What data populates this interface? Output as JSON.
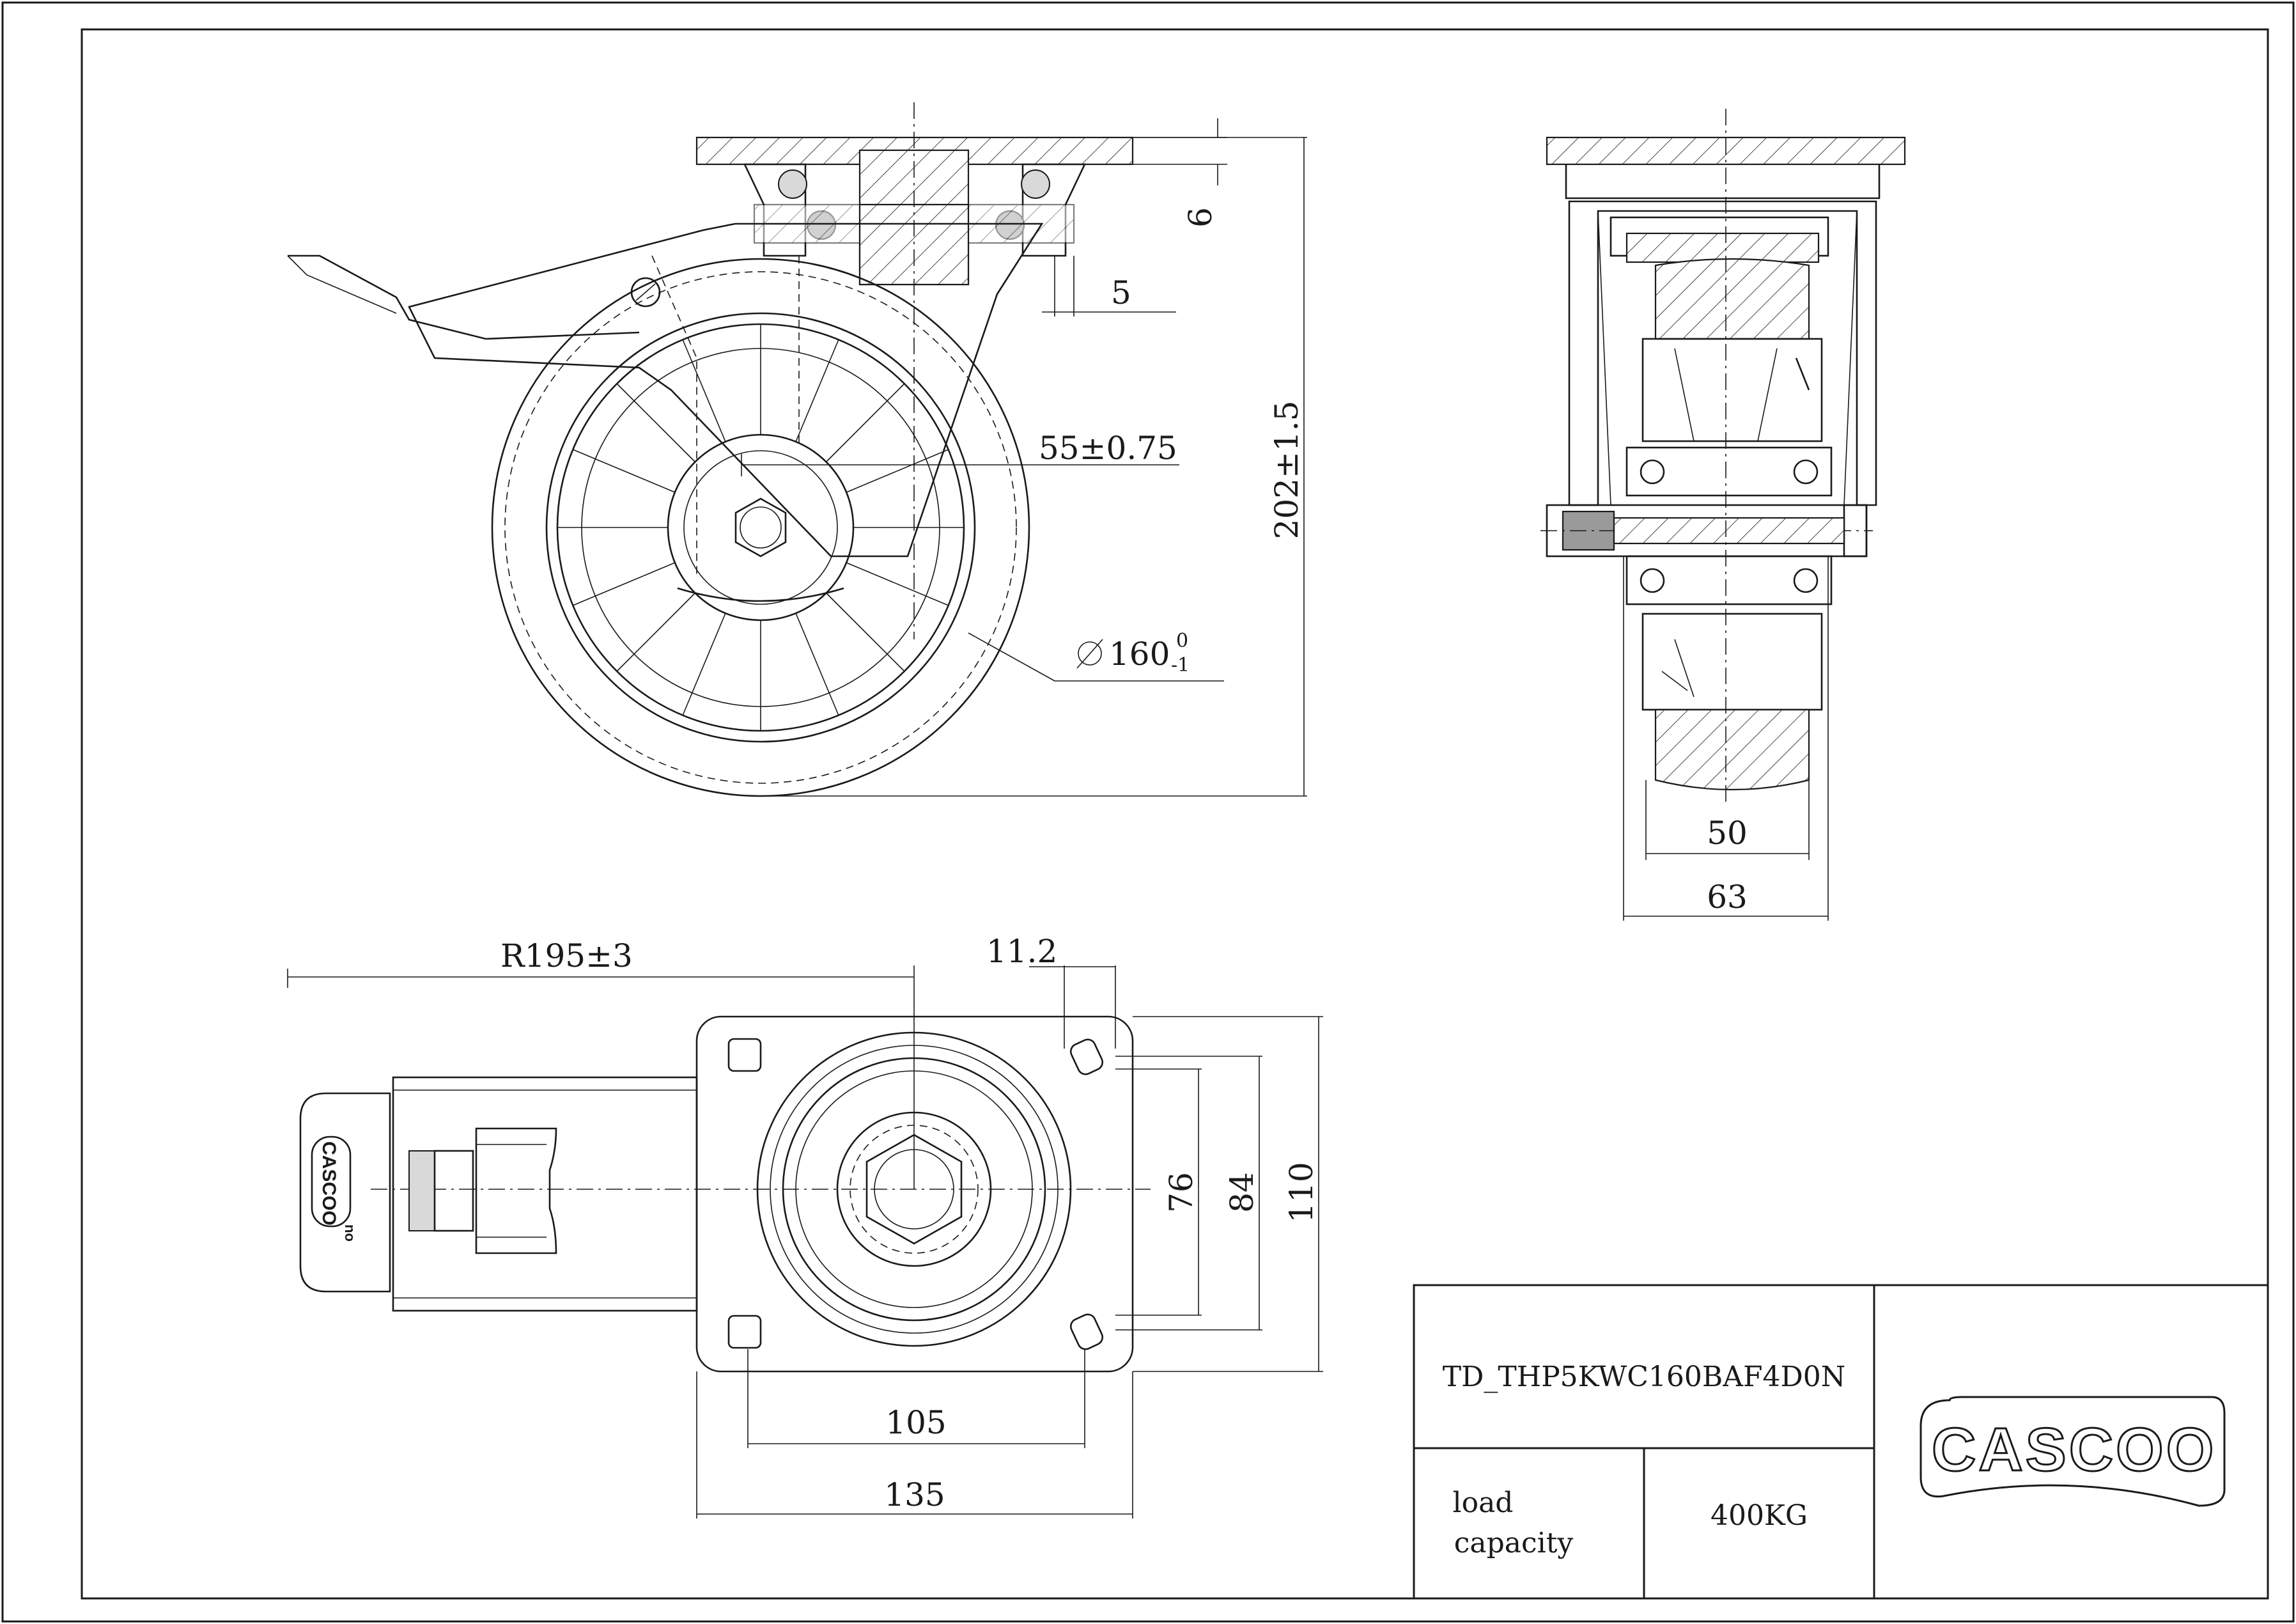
{
  "dimensions": {
    "plate_thickness": "6",
    "bearing_offset": "5",
    "swivel_offset": "55±0.75",
    "overall_height": "202±1.5",
    "wheel_diameter_main": "160",
    "wheel_diameter_upper": "0",
    "wheel_diameter_lower": "-1",
    "wheel_width": "50",
    "fork_width": "63",
    "swivel_radius": "R195±3",
    "bolt_hole": "11.2",
    "bolt_spacing_short": "76",
    "bolt_spacing_mid": "84",
    "plate_width": "110",
    "bolt_spacing_long": "105",
    "plate_length": "135"
  },
  "title_block": {
    "model": "TD_THP5KWC160BAF4D0N",
    "load_label_line1": "load",
    "load_label_line2": "capacity",
    "load_value": "400KG",
    "logo_text": "CASCOO"
  },
  "brake_pedal": {
    "logo_text": "CASCOO",
    "mark": "no"
  }
}
